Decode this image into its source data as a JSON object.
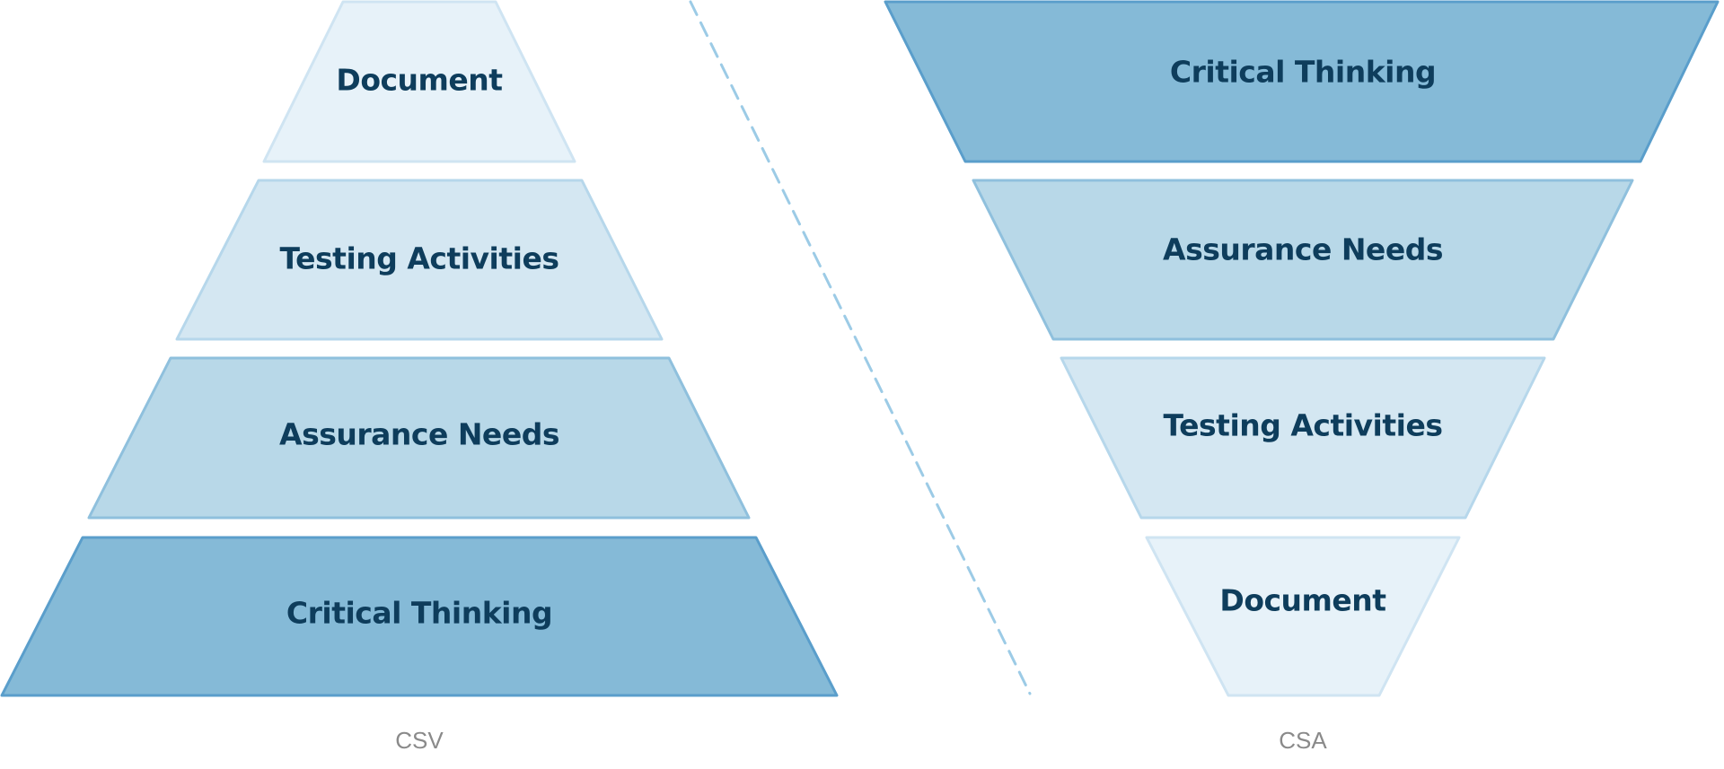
{
  "colors": {
    "level_1_fill": "#85bad7",
    "level_1_stroke": "#5a9ecb",
    "level_2_fill": "#b8d8e8",
    "level_2_stroke": "#8fc0dd",
    "level_3_fill": "#d4e7f2",
    "level_3_stroke": "#b6d7eb",
    "level_4_fill": "#e7f2f9",
    "level_4_stroke": "#cfe4f2",
    "text": "#0e3d5c",
    "caption": "#8a8a8a",
    "divider": "#9ccbe6"
  },
  "pyramid": {
    "caption": "CSV",
    "levels": [
      {
        "label": "Document",
        "tone": 4
      },
      {
        "label": "Testing Activities",
        "tone": 3
      },
      {
        "label": "Assurance Needs",
        "tone": 2
      },
      {
        "label": "Critical Thinking",
        "tone": 1
      }
    ]
  },
  "funnel": {
    "caption": "CSA",
    "levels": [
      {
        "label": "Critical Thinking",
        "tone": 1
      },
      {
        "label": "Assurance Needs",
        "tone": 2
      },
      {
        "label": "Testing Activities",
        "tone": 3
      },
      {
        "label": "Document",
        "tone": 4
      }
    ]
  }
}
